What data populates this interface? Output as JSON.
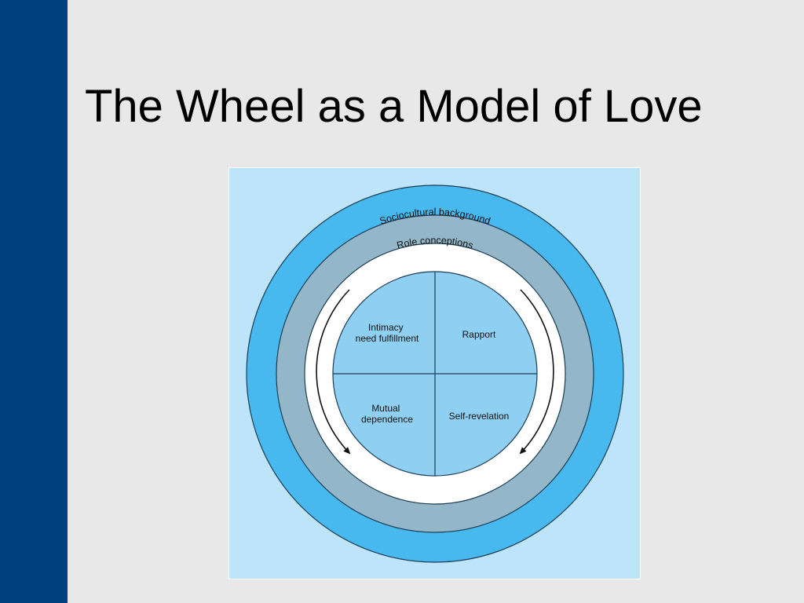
{
  "slide": {
    "title": "The Wheel as a Model of Love"
  },
  "wheel": {
    "outer_ring_label": "Sociocultural background",
    "middle_ring_label": "Role conceptions",
    "quadrants": {
      "top_left": [
        "Intimacy",
        "need fulfillment"
      ],
      "top_right": [
        "Rapport"
      ],
      "bottom_left": [
        "Mutual",
        "dependence"
      ],
      "bottom_right": [
        "Self-revelation"
      ]
    }
  },
  "colors": {
    "side_bar": "#003f7d",
    "slide_background": "#e8e8e8",
    "panel_background": "#bde4f8",
    "outer_ring": "#47b9ee",
    "middle_ring": "#93b6c8",
    "inner_ring": "#ffffff",
    "center_disc": "#8fd0f2"
  }
}
